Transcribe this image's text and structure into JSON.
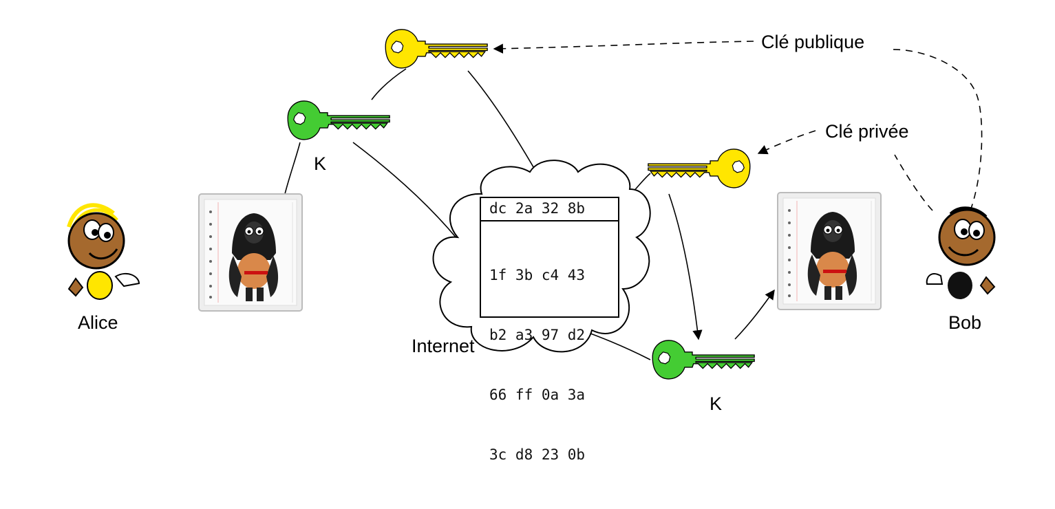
{
  "labels": {
    "public_key": "Clé publique",
    "private_key": "Clé privée",
    "alice": "Alice",
    "bob": "Bob",
    "internet": "Internet",
    "k_alice": "K",
    "k_bob": "K"
  },
  "ciphertext": {
    "header": "dc 2a 32 8b",
    "rows": [
      "1f 3b c4 43",
      "b2 a3 97 d2",
      "66 ff 0a 3a",
      "3c d8 23 0b"
    ]
  },
  "colors": {
    "public_key": "#ffe600",
    "session_key": "#44cc33",
    "alice_head": "#a5692e",
    "alice_hair": "#ffe600",
    "bob_head": "#a5692e"
  },
  "icons": {
    "public_key": "key-icon",
    "session_key": "key-icon",
    "document": "document-icon",
    "person": "person-icon"
  }
}
